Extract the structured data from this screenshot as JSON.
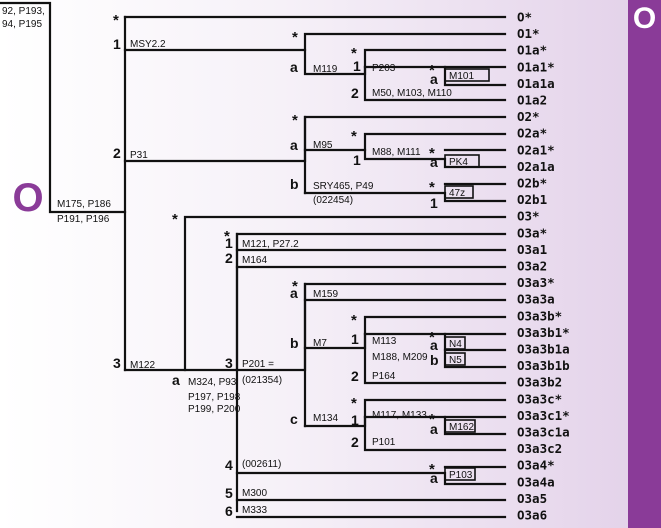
{
  "band_label": "O",
  "root_label": "O",
  "root": {
    "top_snps_1": "92, P193,",
    "top_snps_2": "94, P195",
    "snps_1": "M175, P186",
    "snps_2": "P191, P196"
  },
  "haplogroups": [
    "O*",
    "O1*",
    "O1a*",
    "O1a1*",
    "O1a1a",
    "O1a2",
    "O2*",
    "O2a*",
    "O2a1*",
    "O2a1a",
    "O2b*",
    "O2b1",
    "O3*",
    "O3a*",
    "O3a1",
    "O3a2",
    "O3a3*",
    "O3a3a",
    "O3a3b*",
    "O3a3b1*",
    "O3a3b1a",
    "O3a3b1b",
    "O3a3b2",
    "O3a3c*",
    "O3a3c1*",
    "O3a3c1a",
    "O3a3c2",
    "O3a4*",
    "O3a4a",
    "O3a5",
    "O3a6"
  ],
  "branch_labels": {
    "b1": {
      "code": "1",
      "snps": "MSY2.2"
    },
    "b2": {
      "code": "2",
      "snps": "P31"
    },
    "b3": {
      "code": "3",
      "snps": "M122"
    },
    "o1a": {
      "code": "a",
      "snps": "M119"
    },
    "o1a1": {
      "code": "1",
      "snps": "P203"
    },
    "o1a1a": {
      "code": "a",
      "snps": "M101"
    },
    "o1a2": {
      "code": "2",
      "snps": "M50, M103, M110"
    },
    "o2a": {
      "code": "a",
      "snps": "M95"
    },
    "o2a1": {
      "code": "1",
      "snps": "M88, M111"
    },
    "o2a1a": {
      "code": "a",
      "snps": "PK4"
    },
    "o2b": {
      "code": "b",
      "snps": "SRY465, P49",
      "snps2": "(022454)"
    },
    "o2b1": {
      "code": "1",
      "snps": "47z"
    },
    "o3a": {
      "code": "a",
      "snps": "M324, P93",
      "snps2": "P197, P198",
      "snps3": "P199, P200"
    },
    "o3a1": {
      "code": "1",
      "snps": "M121, P27.2"
    },
    "o3a2": {
      "code": "2",
      "snps": "M164"
    },
    "o3a3": {
      "code": "3",
      "snps": "P201 =",
      "snps2": "(021354)"
    },
    "o3a3a": {
      "code": "a",
      "snps": "M159"
    },
    "o3a3b": {
      "code": "b",
      "snps": "M7"
    },
    "o3a3b1": {
      "code": "1",
      "snps": "M113",
      "snps2": "M188, M209"
    },
    "o3a3b1a": {
      "code": "a",
      "snps": "N4"
    },
    "o3a3b1b": {
      "code": "b",
      "snps": "N5"
    },
    "o3a3b2": {
      "code": "2",
      "snps": "P164"
    },
    "o3a3c": {
      "code": "c",
      "snps": "M134"
    },
    "o3a3c1": {
      "code": "1",
      "snps": "M117, M133"
    },
    "o3a3c1a": {
      "code": "a",
      "snps": "M162"
    },
    "o3a3c2": {
      "code": "2",
      "snps": "P101"
    },
    "o3a4": {
      "code": "4",
      "snps": "(002611)"
    },
    "o3a4a": {
      "code": "a",
      "snps": "P103"
    },
    "o3a5": {
      "code": "5",
      "snps": "M300"
    },
    "o3a6": {
      "code": "6",
      "snps": "M333"
    }
  },
  "star": "*"
}
